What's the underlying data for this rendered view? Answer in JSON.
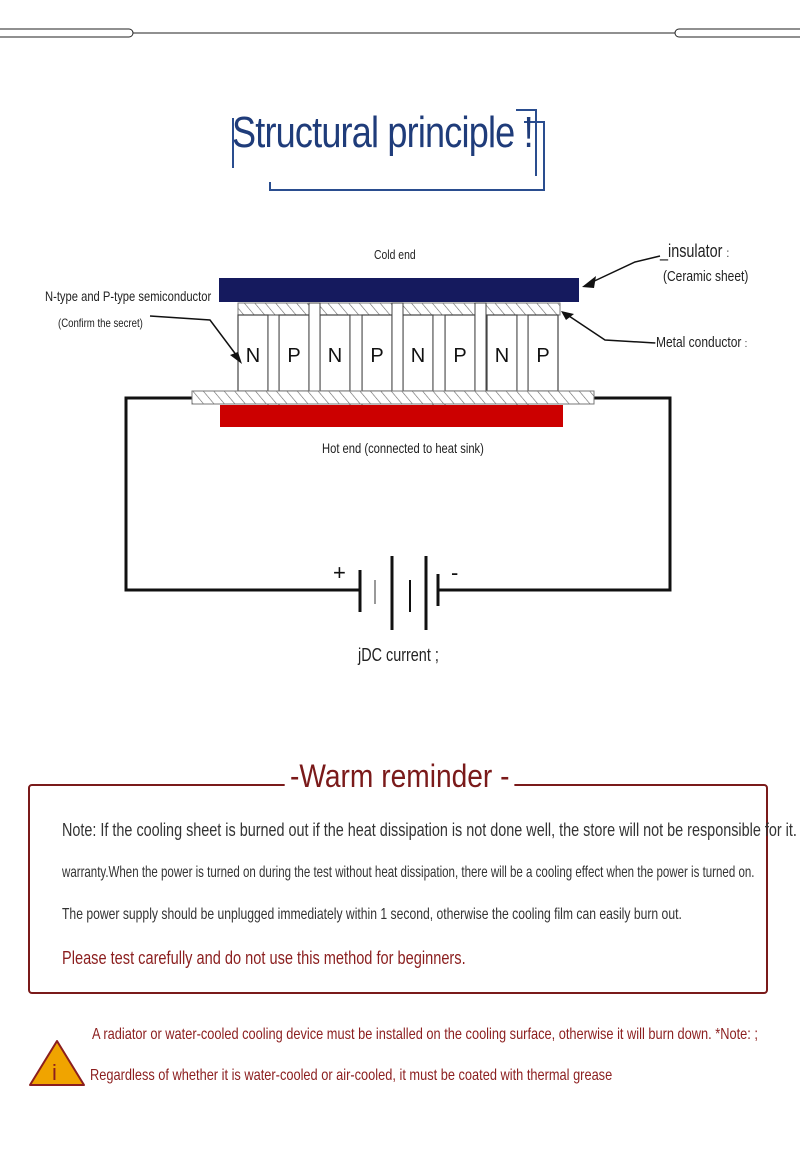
{
  "title": {
    "text": "Structural principle",
    "mark": "!"
  },
  "diagram": {
    "cold_end": "Cold end",
    "insulator": "_insulator",
    "insulator_colon": ":",
    "ceramic": "(Ceramic sheet)",
    "semiconductor": "N-type and P-type semiconductor",
    "confirm": "(Confirm the secret)",
    "metal": "-Metal conductor",
    "metal_colon": ":",
    "hot_end": "Hot end (connected to heat sink)",
    "dc_current": "jDC current ;",
    "plus": "+",
    "minus": "-",
    "legs": [
      "N",
      "P",
      "N",
      "P",
      "N",
      "P",
      "N",
      "P"
    ],
    "colors": {
      "cold_plate": "#151a5e",
      "hot_plate": "#cc0000"
    }
  },
  "reminder": {
    "title": "-Warm reminder -",
    "line1": "Note: If the cooling sheet is burned out if the heat dissipation is not done well, the store will not be responsible for it.",
    "line2": "warranty.When the power is turned on during the test without heat dissipation, there will be a cooling effect when the power is turned on.",
    "line3": "The power supply should be unplugged immediately within 1 second, otherwise the cooling film can easily burn out.",
    "line4": "Please test carefully and do not use this method for beginners."
  },
  "warning": {
    "icon_glyph": "i",
    "line1": "A radiator or water-cooled cooling device must be installed on the cooling surface, otherwise it will burn down. *Note: ;",
    "line2": "Regardless of whether it is water-cooled or air-cooled, it must be coated with thermal grease"
  }
}
